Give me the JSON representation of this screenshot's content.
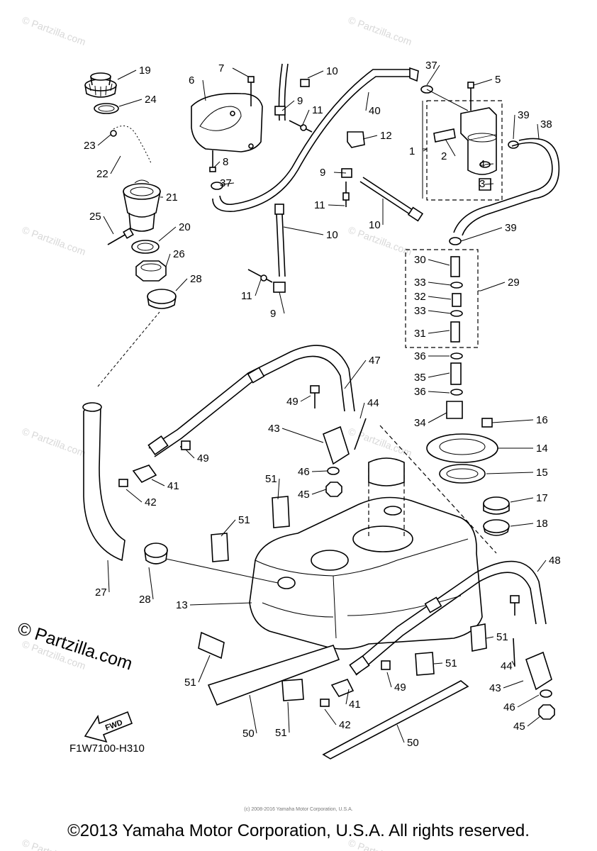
{
  "watermark_text": "© Partzilla.com",
  "logo_text": "© Partzilla.com",
  "diagram_code": "F1W7100-H310",
  "fwd_label": "FWD",
  "copyright": "©2013 Yamaha Motor Corporation, U.S.A. All rights reserved.",
  "small_copyright": "(c) 2008-2016 Yamaha Motor Corporation, U.S.A.",
  "callouts": [
    "1",
    "2",
    "3",
    "4",
    "5",
    "6",
    "7",
    "8",
    "9",
    "9",
    "9",
    "10",
    "10",
    "10",
    "11",
    "11",
    "11",
    "12",
    "13",
    "14",
    "15",
    "16",
    "17",
    "18",
    "19",
    "20",
    "21",
    "22",
    "23",
    "24",
    "25",
    "26",
    "27",
    "28",
    "28",
    "29",
    "30",
    "31",
    "32",
    "33",
    "33",
    "34",
    "35",
    "36",
    "36",
    "37",
    "37",
    "38",
    "39",
    "39",
    "40",
    "41",
    "41",
    "42",
    "42",
    "43",
    "43",
    "44",
    "44",
    "45",
    "45",
    "46",
    "46",
    "47",
    "48",
    "49",
    "49",
    "49",
    "50",
    "50",
    "51",
    "51",
    "51",
    "51",
    "51",
    "51"
  ]
}
